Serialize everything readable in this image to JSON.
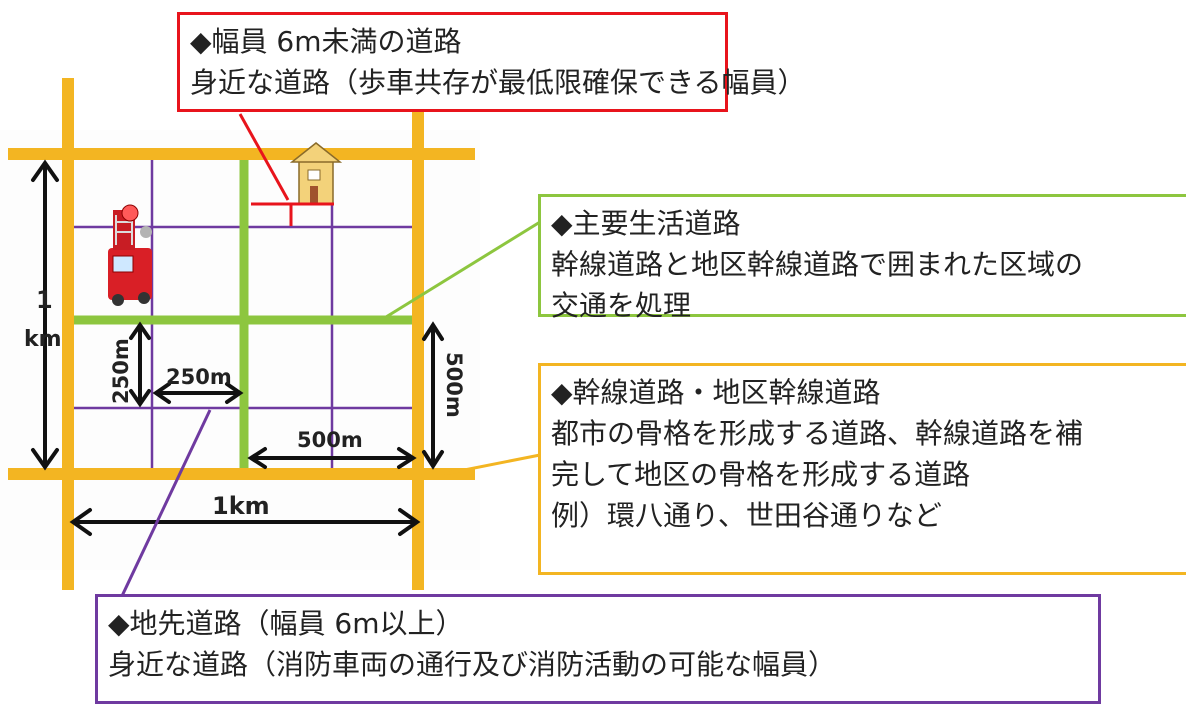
{
  "callouts": {
    "narrow_road": {
      "title": "◆幅員 6m未満の道路",
      "desc": "身近な道路（歩車共存が最低限確保できる幅員）",
      "color": "#e8141c"
    },
    "main_living_road": {
      "title": "◆主要生活道路",
      "desc_lines": [
        "幹線道路と地区幹線道路で囲まれた区域の",
        "交通を処理"
      ],
      "color": "#8dc63f"
    },
    "arterial_road": {
      "title": "◆幹線道路・地区幹線道路",
      "desc_lines": [
        "都市の骨格を形成する道路、幹線道路を補",
        "完して地区の骨格を形成する道路",
        "例）環八通り、世田谷通りなど"
      ],
      "color": "#f3b522"
    },
    "local_road": {
      "title": "◆地先道路（幅員 6m以上）",
      "desc": "身近な道路（消防車両の通行及び消防活動の可能な幅員）",
      "color": "#6f3aa0"
    }
  },
  "dimensions": {
    "height_1km_num": "1",
    "height_1km_unit": "km",
    "width_1km": "1km",
    "v_250m": "250m",
    "h_250m": "250m",
    "v_500m": "500m",
    "h_500m": "500m"
  },
  "icons": [
    "house-icon",
    "fire-truck-icon"
  ]
}
